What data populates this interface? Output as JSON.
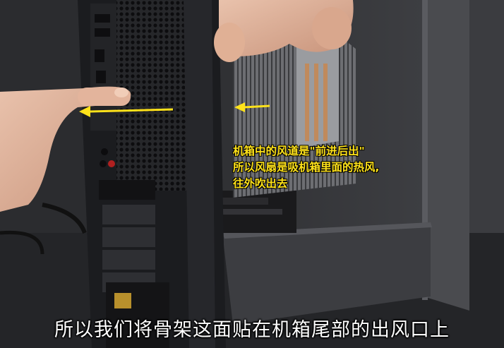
{
  "overlay": {
    "annotation_lines": [
      "机箱中的风道是\"前进后出\"",
      "所以风扇是吸机箱里面的热风,",
      "往外吹出去"
    ],
    "subtitle": "所以我们将骨架这面贴在机箱尾部的出风口上"
  },
  "colors": {
    "annotation_text": "#ffe21a",
    "arrow": "#ffe21a",
    "subtitle_text": "#ffffff",
    "case_panel": "#1e1f22",
    "interior": "#3a3b3f"
  }
}
